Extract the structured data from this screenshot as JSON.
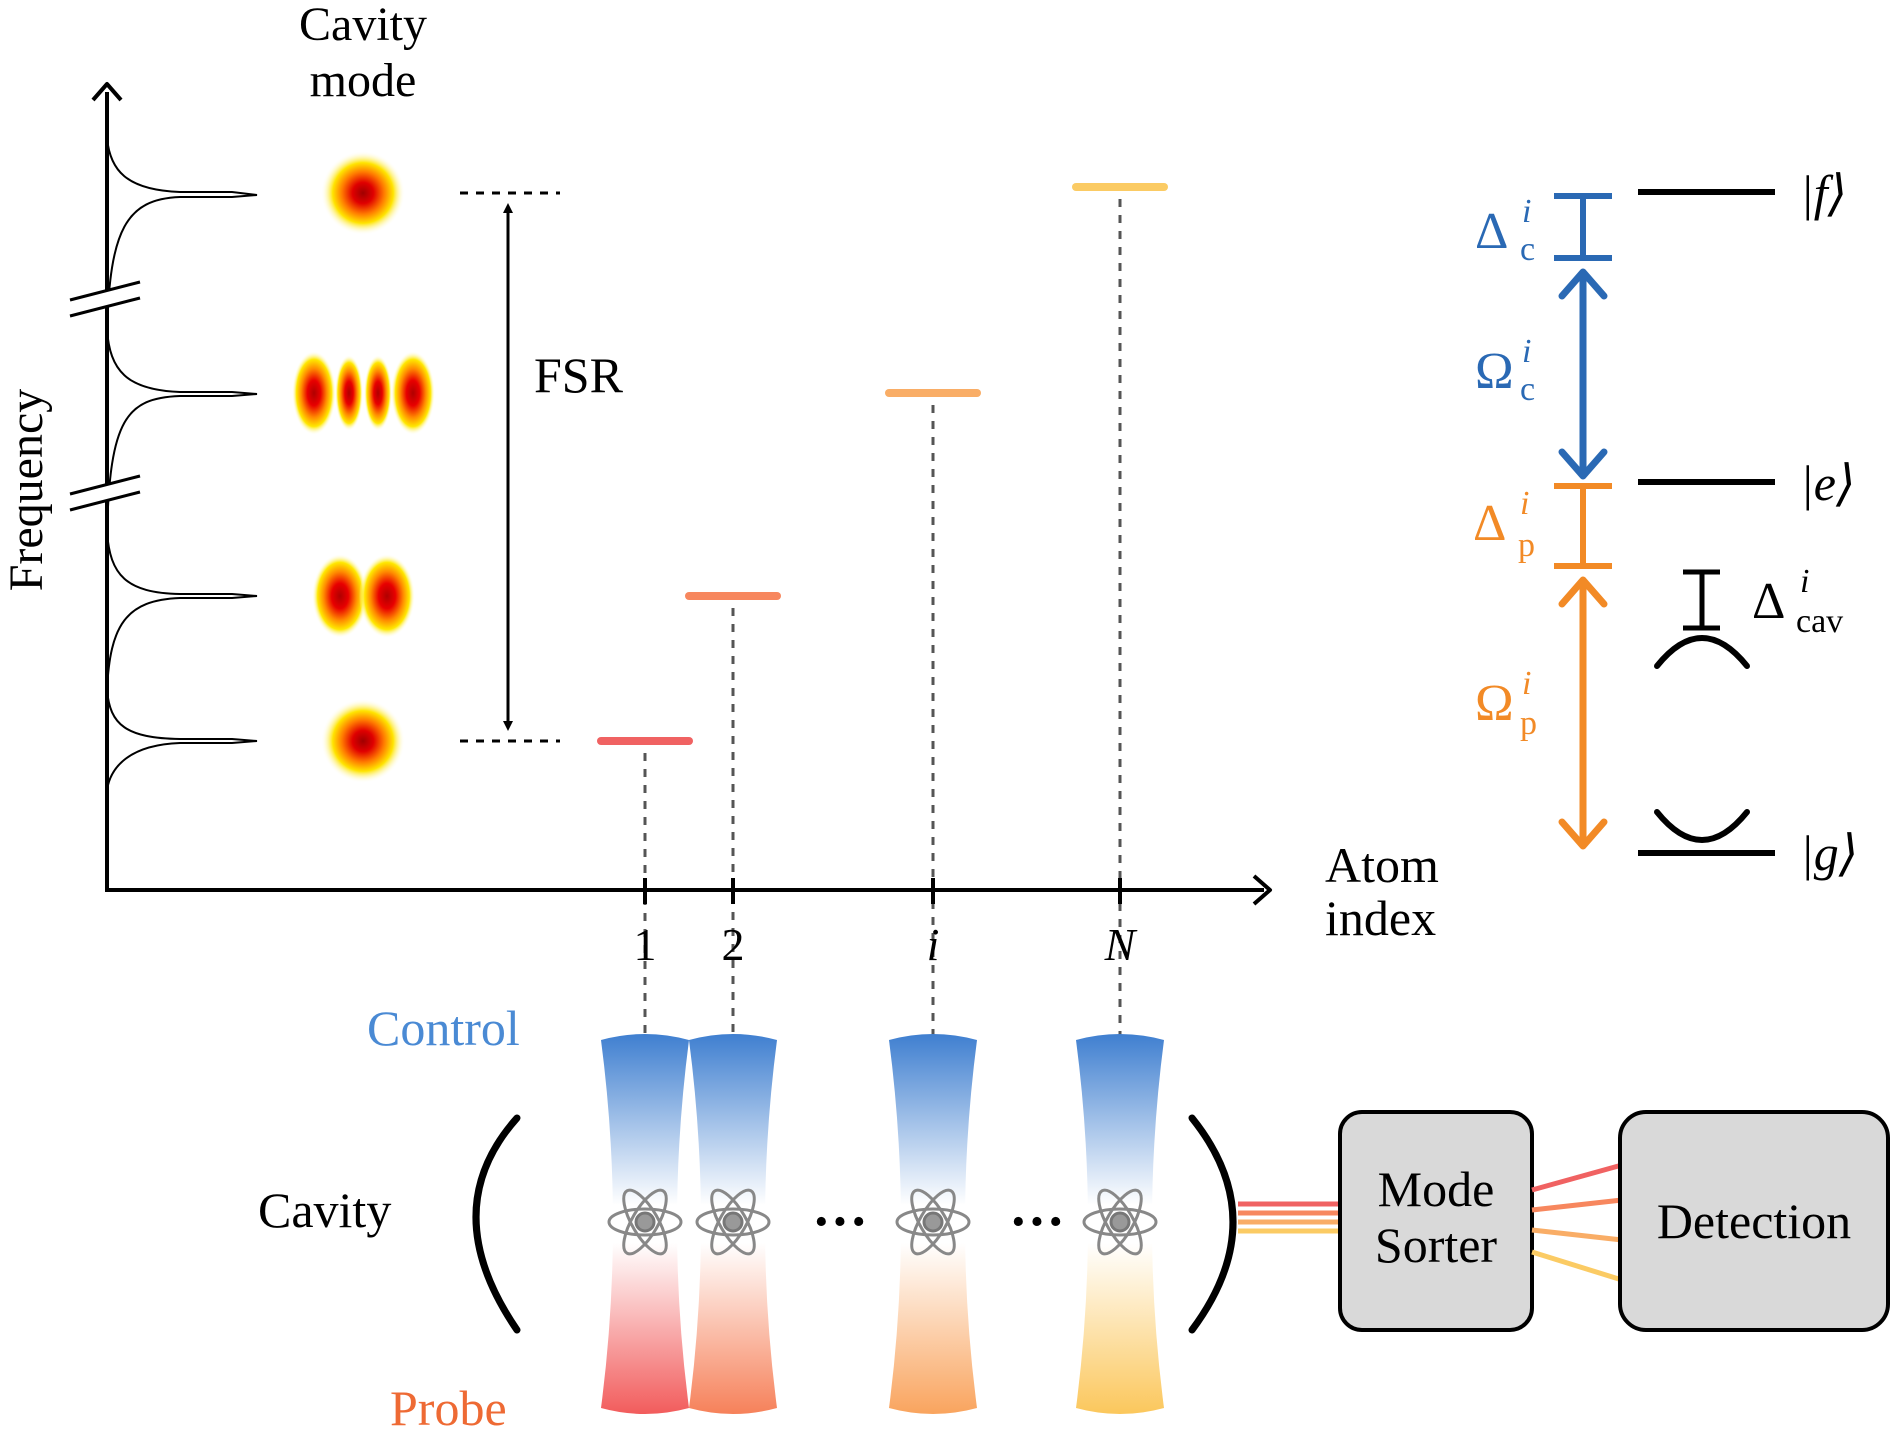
{
  "axes": {
    "y_label": "Frequency",
    "x_label_line1": "Atom",
    "x_label_line2": "index",
    "ticks": [
      "1",
      "2",
      "i",
      "N"
    ]
  },
  "cavity_mode": {
    "title_line1": "Cavity",
    "title_line2": "mode",
    "fsr_label": "FSR"
  },
  "atom_levels": {
    "colors": [
      "#f06262",
      "#f7875e",
      "#f9ad66",
      "#fbcb64"
    ]
  },
  "level_scheme": {
    "ket_f": "|f⟩",
    "ket_e": "|e⟩",
    "ket_g": "|g⟩",
    "delta_c": {
      "sym": "Δ",
      "sup": "i",
      "sub": "c"
    },
    "omega_c": {
      "sym": "Ω",
      "sup": "i",
      "sub": "c"
    },
    "delta_p": {
      "sym": "Δ",
      "sup": "i",
      "sub": "p"
    },
    "omega_p": {
      "sym": "Ω",
      "sup": "i",
      "sub": "p"
    },
    "delta_cav": {
      "sym": "Δ",
      "sup": "i",
      "sub": "cav"
    },
    "control_color": "#2a69b4",
    "probe_color": "#f28a26"
  },
  "setup": {
    "control_label": "Control",
    "probe_label": "Probe",
    "cavity_label": "Cavity",
    "ellipsis": "···",
    "mode_sorter_line1": "Mode",
    "mode_sorter_line2": "Sorter",
    "detection_label": "Detection",
    "control_color": "#4a8ad4",
    "probe_color": "#ee6a34"
  }
}
